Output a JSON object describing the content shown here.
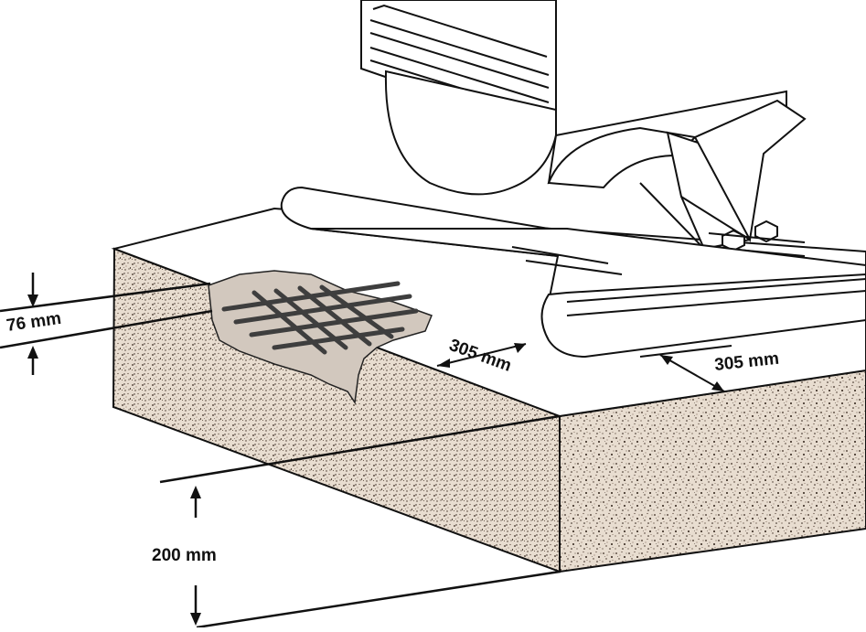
{
  "diagram": {
    "dimension_labels": {
      "rebar_depth": "76 mm",
      "left_clearance": "305 mm",
      "right_clearance": "305 mm",
      "slab_thickness": "200 mm"
    }
  }
}
